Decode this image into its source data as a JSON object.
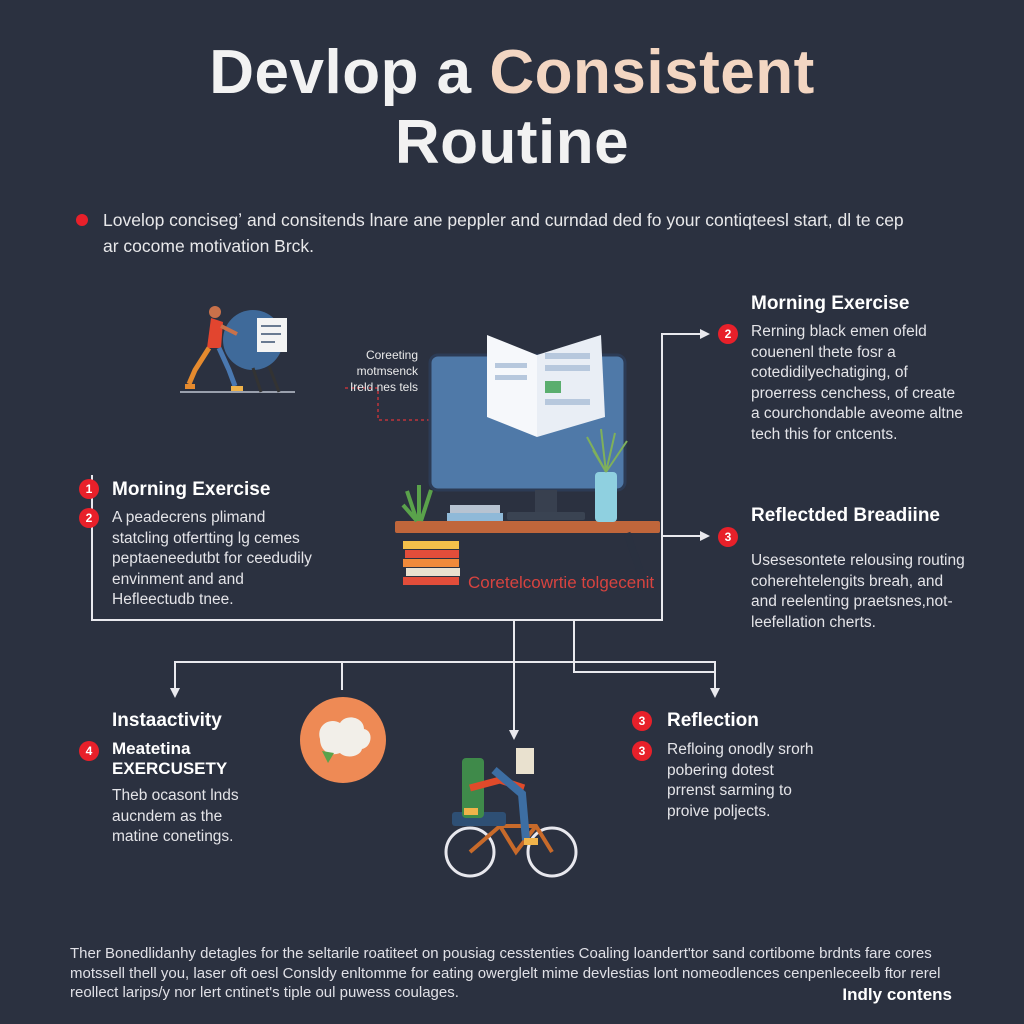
{
  "title": {
    "line1_part1": "Devlop a",
    "line1_accent": "Consistent",
    "line2": "Routine"
  },
  "intro": {
    "text": "Lovelop concisegʼ and consitends lnare ane peppler and curndad ded fo your contiqteesl start, dl te cep ar cocome motivation Brck."
  },
  "center_illustration": {
    "callout": [
      "Coreeting",
      "motmsenck",
      "Ireld nes tels"
    ],
    "caption": "Coretelcowrtie tolgecenit"
  },
  "sections": {
    "left_top": {
      "items": [
        {
          "number": "1",
          "text": "Morning Exercise"
        },
        {
          "number": "2",
          "text": "A peadecrens plimand statcling otfertting lg cemes peptaeneedutbt for ceedudily envinment and and Hefleectudb tnee."
        }
      ]
    },
    "right_top": {
      "number": "2",
      "heading": "Morning Exercise",
      "body": "Rerning black emen ofeld couenenl thete fosr a cotedidilyechatiging, of proerress cenchess, of create a courchondable aveome altne tech this for cntcents."
    },
    "right_middle": {
      "number": "3",
      "heading": "Reflectded Breadiine",
      "body": "Usesesontete relousing routing coherehtelengits breah, and and reelenting praetsnes,not-leefellation cherts."
    },
    "bottom_left": {
      "number": "4",
      "heading": "Instaactivity",
      "subheading": "Meatetina EXERCUSETY",
      "body": "Theb ocasont lnds aucndem as the matine conetings."
    },
    "bottom_right": {
      "number_1": "3",
      "heading": "Reflection",
      "number_2": "3",
      "body": "Refloing onodly srorh pobering dotest prrenst sarming to proive poljects."
    }
  },
  "footer": {
    "text": "Ther Bonedlidanhy detagles for the seltarile roatiteet on pousiag cesstenties Coaling loandert'tor sand cortibome brdnts fare cores motssell thell you, laser oft oesl Consldy enltomme for eating owerglelt mime devlestias lont nomeodlences cenpenleceelb ftor rerel reollect larips/y nor lert cntinet's tiple oul puwess coulages.",
    "brand": "Indly contens"
  },
  "colors": {
    "background": "#2b3140",
    "accent_title": "#f3d6c2",
    "badge_red": "#e8202a",
    "connector": "#e9e9ee"
  }
}
